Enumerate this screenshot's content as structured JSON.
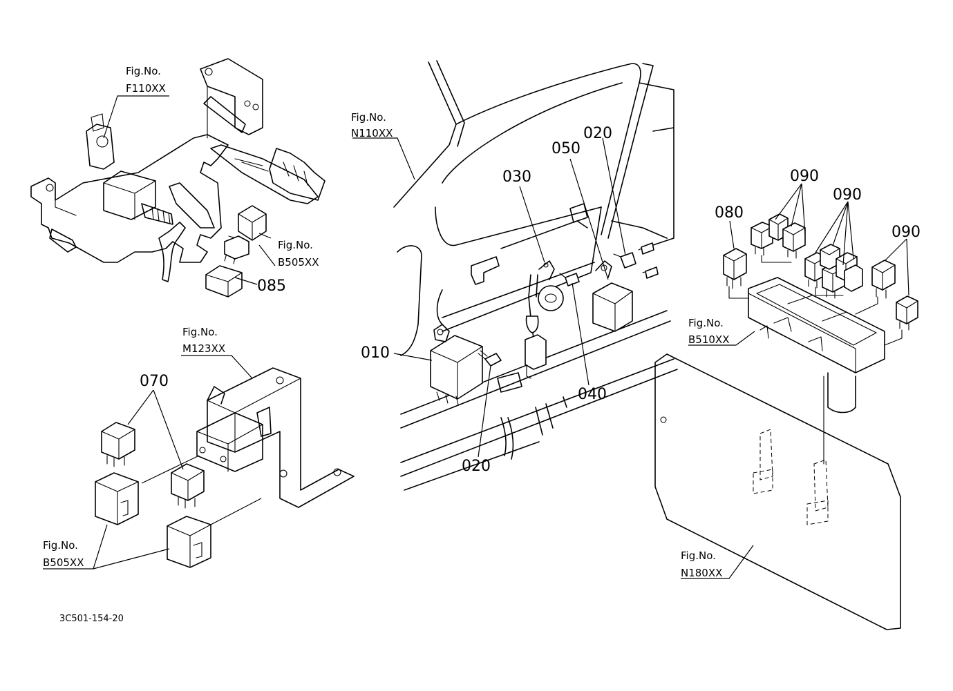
{
  "drawing_code": "3C501-154-20",
  "fig_refs": [
    {
      "title": "Fig.No.",
      "code": "F110XX"
    },
    {
      "title": "Fig.No.",
      "code": "B505XX"
    },
    {
      "title": "Fig.No.",
      "code": "N110XX"
    },
    {
      "title": "Fig.No.",
      "code": "M123XX"
    },
    {
      "title": "Fig.No.",
      "code": "B505XX"
    },
    {
      "title": "Fig.No.",
      "code": "B510XX"
    },
    {
      "title": "Fig.No.",
      "code": "N180XX"
    }
  ],
  "parts": [
    {
      "number": "085"
    },
    {
      "number": "070"
    },
    {
      "number": "010"
    },
    {
      "number": "020"
    },
    {
      "number": "030"
    },
    {
      "number": "050"
    },
    {
      "number": "020"
    },
    {
      "number": "040"
    },
    {
      "number": "080"
    },
    {
      "number": "090"
    },
    {
      "number": "090"
    },
    {
      "number": "090"
    }
  ]
}
